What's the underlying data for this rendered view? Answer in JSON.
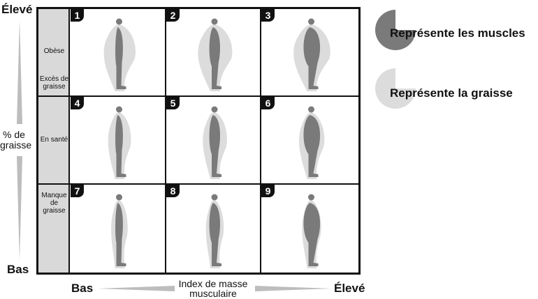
{
  "y_axis": {
    "top": "Élevé",
    "bottom": "Bas",
    "label_line1": "% de",
    "label_line2": "graisse"
  },
  "x_axis": {
    "left": "Bas",
    "right": "Élevé",
    "label_line1": "Index de masse",
    "label_line2": "musculaire"
  },
  "rows": [
    {
      "label_a": "Obèse",
      "label_b": "Excès de",
      "label_c": "graisse"
    },
    {
      "label_a": "En santé"
    },
    {
      "label_a": "Manque",
      "label_b": "de",
      "label_c": "graisse"
    }
  ],
  "cells": [
    {
      "number": "1",
      "muscle": 0.3,
      "fat": 0.8
    },
    {
      "number": "2",
      "muscle": 0.55,
      "fat": 0.9
    },
    {
      "number": "3",
      "muscle": 1.0,
      "fat": 1.0
    },
    {
      "number": "4",
      "muscle": 0.3,
      "fat": 0.45
    },
    {
      "number": "5",
      "muscle": 0.55,
      "fat": 0.5
    },
    {
      "number": "6",
      "muscle": 1.0,
      "fat": 0.55
    },
    {
      "number": "7",
      "muscle": 0.3,
      "fat": 0.2
    },
    {
      "number": "8",
      "muscle": 0.55,
      "fat": 0.25
    },
    {
      "number": "9",
      "muscle": 1.0,
      "fat": 0.3
    }
  ],
  "legend": {
    "muscle_label": "Représente les muscles",
    "fat_label": "Représente la graisse",
    "muscle_color": "#7a7a7a",
    "fat_color": "#dcdcdc"
  }
}
